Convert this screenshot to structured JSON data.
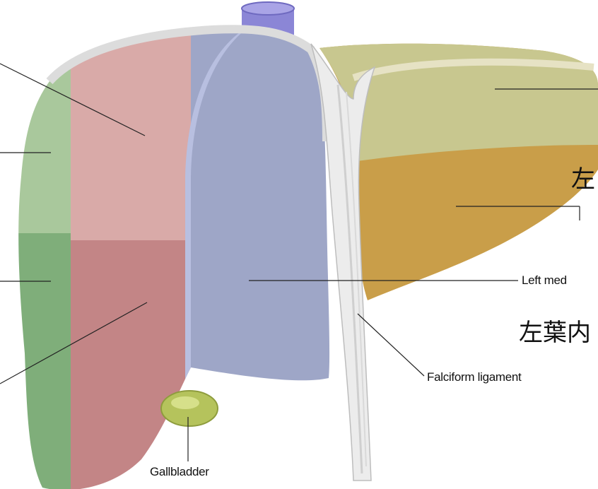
{
  "labels": {
    "gallbladder": "Gallbladder",
    "falciform_ligament": "Falciform ligament",
    "left_medial_partial": "Left med",
    "left_lateral_jp_partial": "左",
    "left_medial_jp_partial": "左葉内"
  },
  "colors": {
    "right_anterior_upper": "#d9aaa8",
    "right_anterior_lower": "#c38586",
    "right_posterior_upper": "#a9c89c",
    "right_posterior_lower": "#7fae7a",
    "left_medial": "#9ea6c7",
    "left_lateral_upper": "#c8c78f",
    "left_lateral_lower": "#c99e49",
    "gallbladder": "#b5c35c",
    "vein": "#8b86d6",
    "ligament": "#ececec"
  }
}
